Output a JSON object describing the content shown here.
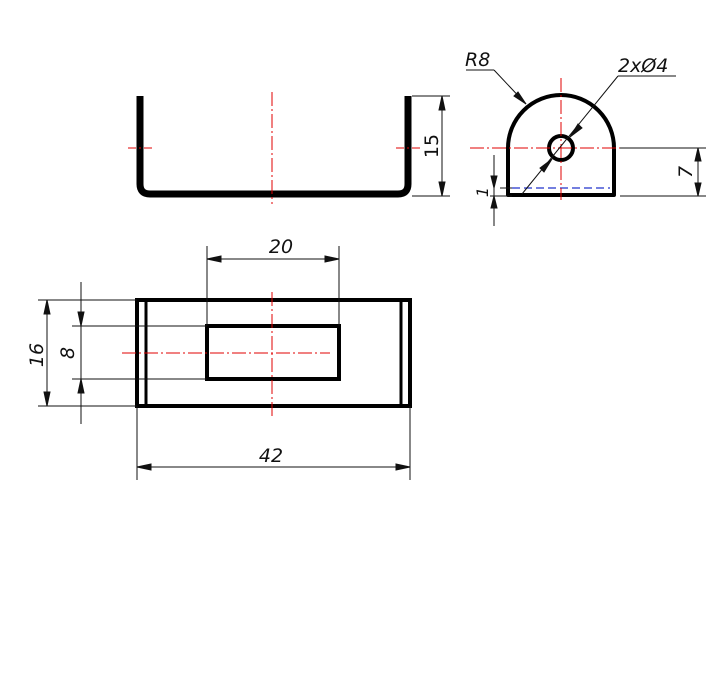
{
  "colors": {
    "outline": "#000000",
    "centerline": "#e00000",
    "hidden": "#2233cc",
    "dimension": "#111111",
    "background": "#ffffff"
  },
  "dimensions": {
    "front_height": "15",
    "radius": "R8",
    "holes": "2xØ4",
    "side_height": "7",
    "thickness": "1",
    "slot_width": "20",
    "outer_height": "16",
    "slot_height": "8",
    "total_length": "42"
  }
}
